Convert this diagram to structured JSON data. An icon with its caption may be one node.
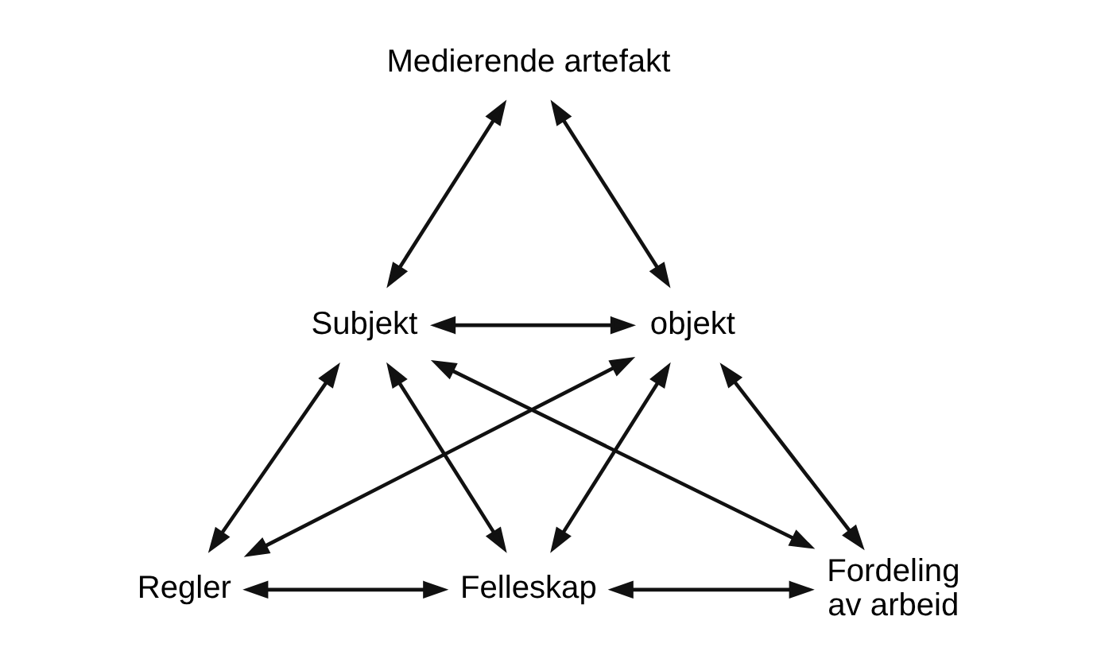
{
  "diagram": {
    "nodes": [
      {
        "text": [
          "Medierende artefakt"
        ]
      },
      {
        "text": [
          "Subjekt"
        ]
      },
      {
        "text": [
          "objekt"
        ]
      },
      {
        "text": [
          "Regler"
        ]
      },
      {
        "text": [
          "Felleskap"
        ]
      },
      {
        "text": [
          "Fordeling av arbeid"
        ]
      }
    ],
    "edges": [
      {
        "from": 0,
        "to": 1,
        "arrow": "both"
      },
      {
        "from": 0,
        "to": 2,
        "arrow": "both"
      },
      {
        "from": 1,
        "to": 2,
        "arrow": "both"
      },
      {
        "from": 1,
        "to": 3,
        "arrow": "both"
      },
      {
        "from": 1,
        "to": 4,
        "arrow": "both"
      },
      {
        "from": 1,
        "to": 5,
        "arrow": "both"
      },
      {
        "from": 2,
        "to": 3,
        "arrow": "both"
      },
      {
        "from": 2,
        "to": 4,
        "arrow": "both"
      },
      {
        "from": 2,
        "to": 5,
        "arrow": "both"
      },
      {
        "from": 3,
        "to": 4,
        "arrow": "both"
      },
      {
        "from": 4,
        "to": 5,
        "arrow": "both"
      }
    ]
  }
}
